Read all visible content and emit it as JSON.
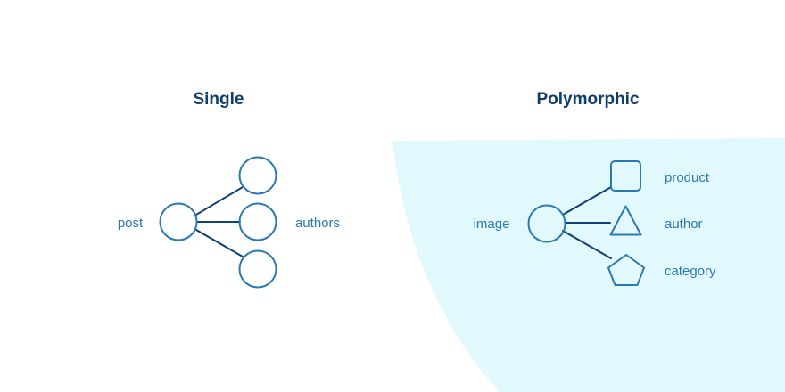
{
  "colors": {
    "heading": "#0d3d6b",
    "label": "#2a79b3",
    "stroke": "#2a79b3",
    "edge": "#0f3f74",
    "highlight_bg": "#e1f8fc",
    "page_bg": "#ffffff"
  },
  "single": {
    "title": "Single",
    "source_label": "post",
    "target_label": "authors",
    "target_shape": "circle",
    "target_count": 3
  },
  "polymorphic": {
    "title": "Polymorphic",
    "source_label": "image",
    "targets": [
      {
        "label": "product",
        "shape": "square-icon"
      },
      {
        "label": "author",
        "shape": "triangle-icon"
      },
      {
        "label": "category",
        "shape": "pentagon-icon"
      }
    ]
  }
}
